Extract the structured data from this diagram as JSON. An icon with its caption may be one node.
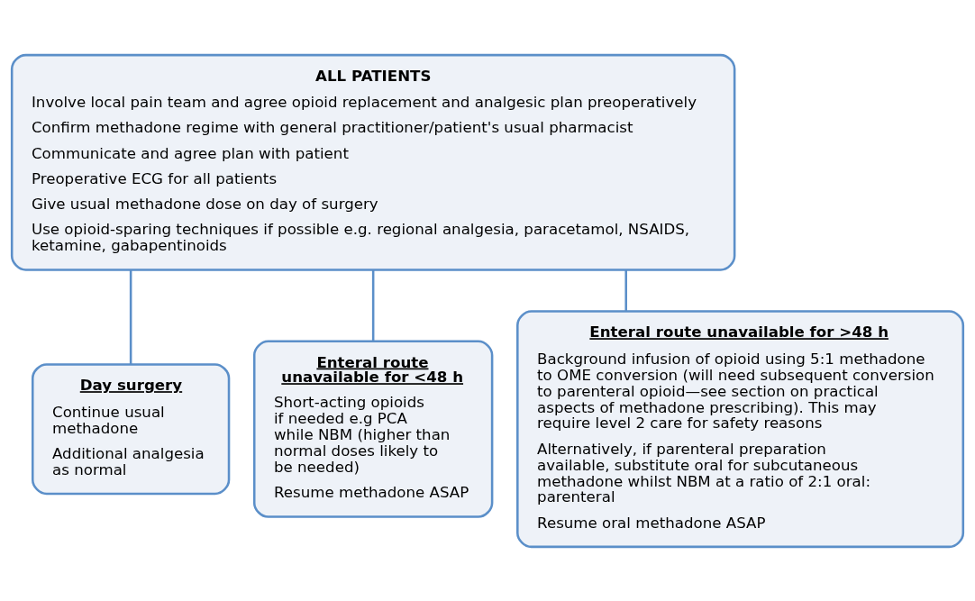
{
  "diagram": {
    "nodes": [
      {
        "text": [
          "ALL PATIENTS",
          "Involve local pain team and agree opioid replacement and analgesic plan preoperatively",
          "Confirm methadone regime with general practitioner/patient's usual pharmacist",
          "Communicate and agree plan with patient",
          "Preoperative ECG for all patients",
          "Give usual methadone dose on day of surgery",
          "Use opioid-sparing techniques if possible e.g. regional analgesia, paracetamol, NSAIDS, ketamine, gabapentinoids"
        ]
      },
      {
        "text": [
          "Day surgery",
          "Continue usual methadone",
          "Additional analgesia as normal"
        ]
      },
      {
        "text": [
          "Enteral route unavailable for <48 h",
          "Short-acting opioids if needed e.g PCA while NBM (higher than normal doses likely to be needed)",
          "Resume methadone ASAP"
        ]
      },
      {
        "text": [
          "Enteral route unavailable for >48 h",
          "Background infusion of opioid using 5:1 methadone to OME conversion (will need subsequent conversion to parenteral opioid—see section on practical aspects of methadone prescribing). This may require level 2 care for safety reasons",
          "Alternatively, if parenteral preparation available, substitute oral for subcutaneous methadone whilst NBM at a ratio of 2:1 oral: parenteral",
          "Resume oral methadone ASAP"
        ]
      }
    ],
    "edges": [
      {
        "from": 0,
        "to": 1,
        "arrow": "none"
      },
      {
        "from": 0,
        "to": 2,
        "arrow": "none"
      },
      {
        "from": 0,
        "to": 3,
        "arrow": "none"
      }
    ]
  }
}
